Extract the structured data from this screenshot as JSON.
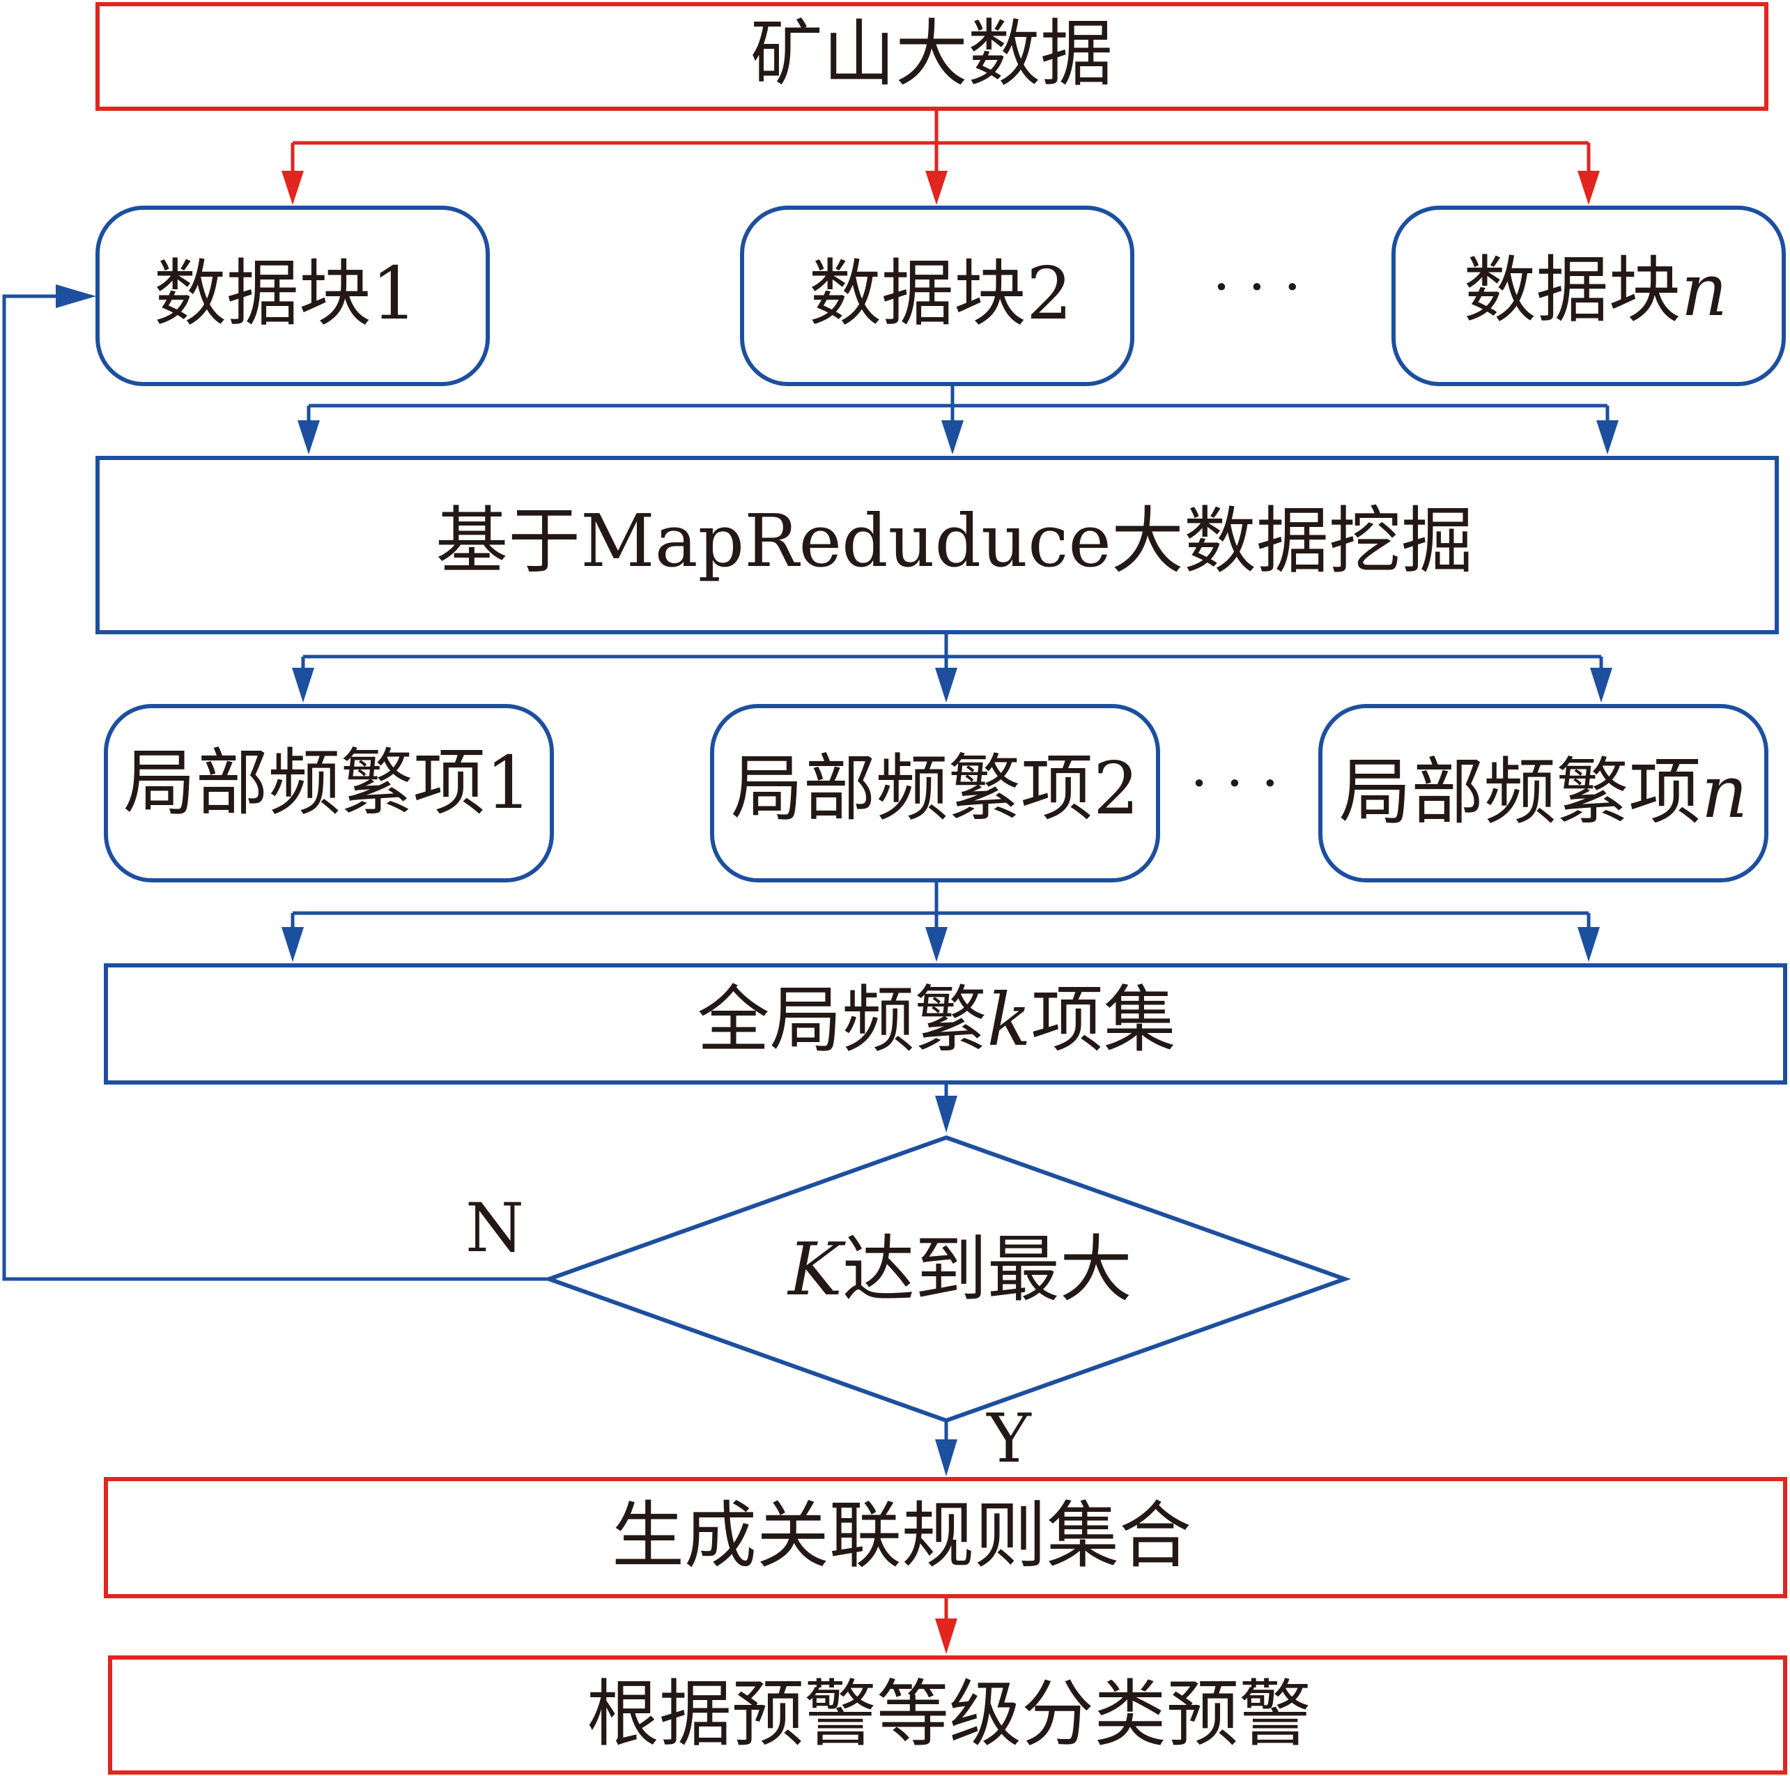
{
  "flowchart": {
    "title_box": "矿山大数据",
    "data_blocks": [
      "数据块1",
      "数据块2",
      "数据块"
    ],
    "data_block_n_var": "n",
    "ellipsis": "· · ·",
    "mining_box": "基于MapReduduce大数据挖掘",
    "local_items": [
      "局部频繁项1",
      "局部频繁项2",
      "局部频繁项"
    ],
    "local_item_n_var": "n",
    "global_prefix": "全局频繁",
    "global_var": "k",
    "global_suffix": "项集",
    "decision_var": "K",
    "decision_text": "达到最大",
    "no_label": "N",
    "yes_label": "Y",
    "rules_box": "生成关联规则集合",
    "warning_box": "根据预警等级分类预警"
  },
  "colors": {
    "red": "#e0261f",
    "blue": "#1d4f9f",
    "text": "#231815"
  }
}
